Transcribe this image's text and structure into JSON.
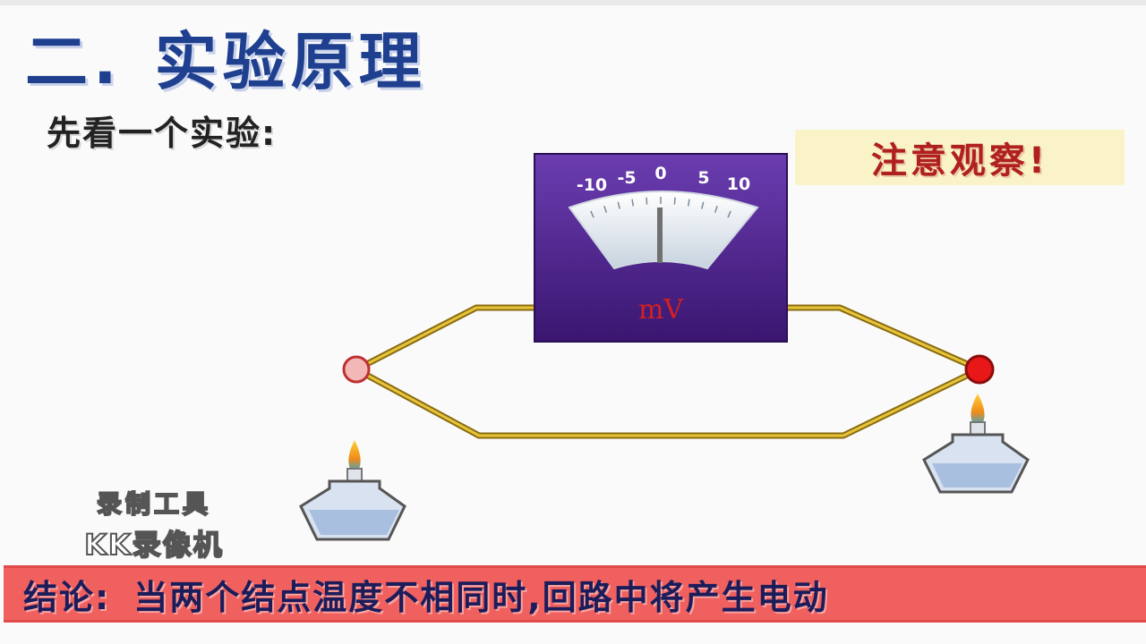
{
  "title": {
    "number": "二.",
    "text": "实验原理"
  },
  "subtitle": "先看一个实验:",
  "notice": "注意观察!",
  "meter": {
    "scale_labels": [
      "-10",
      "-5",
      "0",
      "5",
      "10"
    ],
    "unit": "mV",
    "needle_value": 0,
    "colors": {
      "body": "#4a2488",
      "face": "#e8f0f4",
      "unit": "#d42020"
    }
  },
  "watermark": {
    "line1": "录制工具",
    "line2": "KK录像机"
  },
  "conclusion": {
    "label": "结论:",
    "text": "当两个结点温度不相同时,回路中将产生电动"
  }
}
